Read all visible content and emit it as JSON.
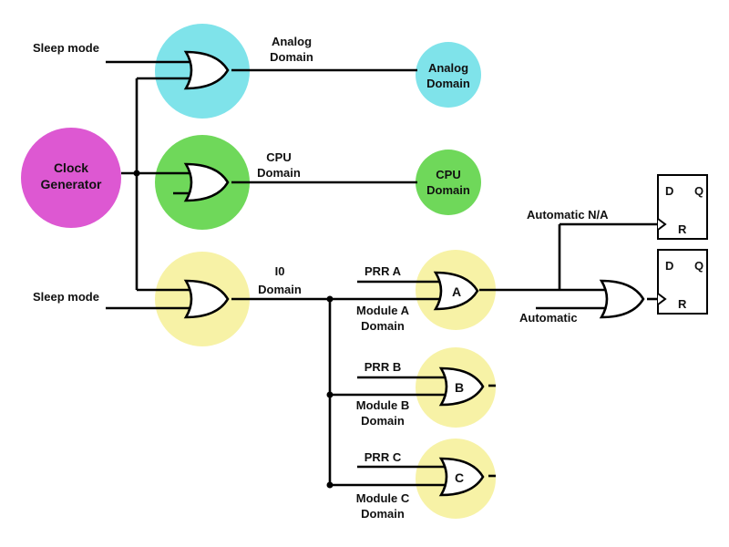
{
  "colors": {
    "analog": "#7fe3ea",
    "cpu": "#6fd85a",
    "io": "#f7f2a6",
    "clock": "#dd58d2"
  },
  "inputs": {
    "sleep_mode_top": "Sleep mode",
    "sleep_mode_bottom": "Sleep mode"
  },
  "clock_generator": {
    "line1": "Clock",
    "line2": "Generator"
  },
  "analog": {
    "wire_line1": "Analog",
    "wire_line2": "Domain",
    "node_line1": "Analog",
    "node_line2": "Domain"
  },
  "cpu": {
    "wire_line1": "CPU",
    "wire_line2": "Domain",
    "node_line1": "CPU",
    "node_line2": "Domain"
  },
  "io": {
    "wire_line1": "I0",
    "wire_line2": "Domain"
  },
  "modules": [
    {
      "prr": "PRR A",
      "gate": "A",
      "line1": "Module A",
      "line2": "Domain"
    },
    {
      "prr": "PRR B",
      "gate": "B",
      "line1": "Module B",
      "line2": "Domain"
    },
    {
      "prr": "PRR C",
      "gate": "C",
      "line1": "Module C",
      "line2": "Domain"
    }
  ],
  "automatic_na": "Automatic N/A",
  "automatic": "Automatic",
  "flipflops": [
    {
      "d": "D",
      "q": "Q",
      "r": "R"
    },
    {
      "d": "D",
      "q": "Q",
      "r": "R"
    }
  ]
}
